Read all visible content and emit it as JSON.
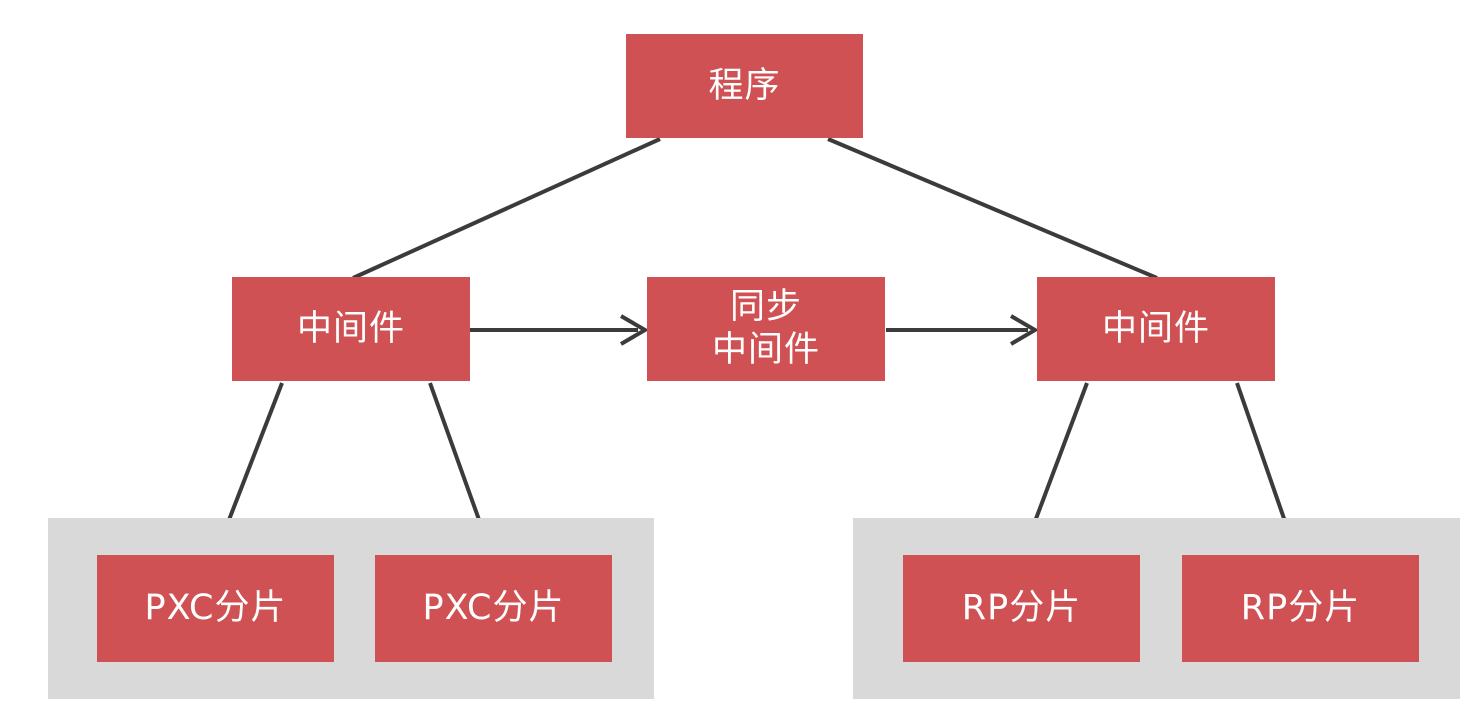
{
  "diagram": {
    "nodes": {
      "program": {
        "label": "程序"
      },
      "middleware_left": {
        "label": "中间件"
      },
      "sync_middleware": {
        "label": "同步\n中间件"
      },
      "middleware_right": {
        "label": "中间件"
      },
      "pxc_shard_1": {
        "label": "PXC分片"
      },
      "pxc_shard_2": {
        "label": "PXC分片"
      },
      "rp_shard_1": {
        "label": "RP分片"
      },
      "rp_shard_2": {
        "label": "RP分片"
      }
    },
    "colors": {
      "node_fill": "#d05154",
      "node_text": "#ffffff",
      "group_fill": "#d9d9d9",
      "connector": "#3b3b3b",
      "background": "#ffffff"
    }
  }
}
